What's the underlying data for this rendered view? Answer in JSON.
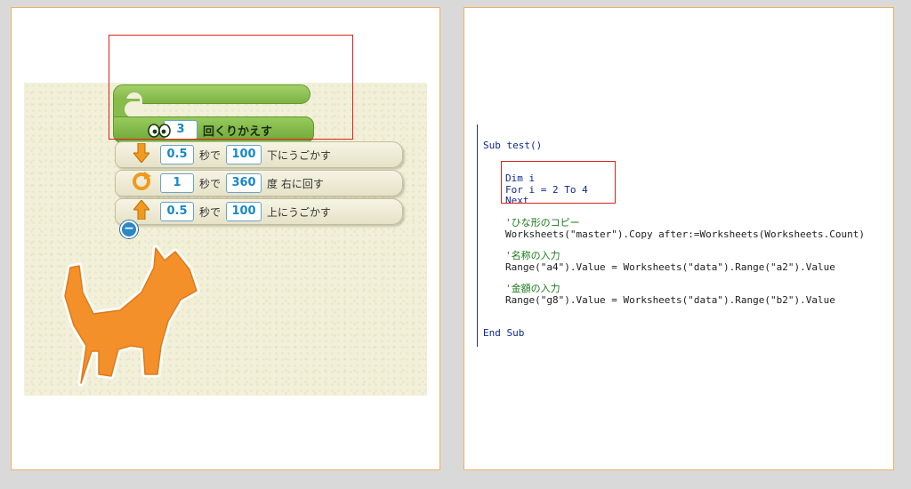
{
  "colors": {
    "panel_border": "#f0b060",
    "highlight": "#e02020",
    "block_green": "#86bc4a",
    "number_text": "#1888c8",
    "keyword": "#102890",
    "comment": "#1a7a1a"
  },
  "scratch": {
    "repeat_block": {
      "icon": "loop-eyes-icon",
      "count": "3",
      "label": "回くりかえす"
    },
    "motion_blocks": [
      {
        "icon": "arrow-down-icon",
        "seconds": "0.5",
        "sec_label": "秒で",
        "amount": "100",
        "action": "下にうごかす"
      },
      {
        "icon": "rotate-right-icon",
        "seconds": "1",
        "sec_label": "秒で",
        "amount": "360",
        "action": "度 右に回す"
      },
      {
        "icon": "arrow-up-icon",
        "seconds": "0.5",
        "sec_label": "秒で",
        "amount": "100",
        "action": "上にうごかす"
      }
    ],
    "minus_icon": "minus-circle-icon",
    "character": "orange-cat-icon"
  },
  "code": {
    "sub_start": "Sub test()",
    "dim": "Dim i",
    "for": "For i = 2 To 4",
    "next": "Next",
    "comment_copy": "'ひな形のコピー",
    "copy_line": "Worksheets(\"master\").Copy after:=Worksheets(Worksheets.Count)",
    "comment_name": "'名称の入力",
    "name_line": "Range(\"a4\").Value = Worksheets(\"data\").Range(\"a2\").Value",
    "comment_amount": "'金額の入力",
    "amount_line": "Range(\"g8\").Value = Worksheets(\"data\").Range(\"b2\").Value",
    "sub_end": "End Sub"
  }
}
